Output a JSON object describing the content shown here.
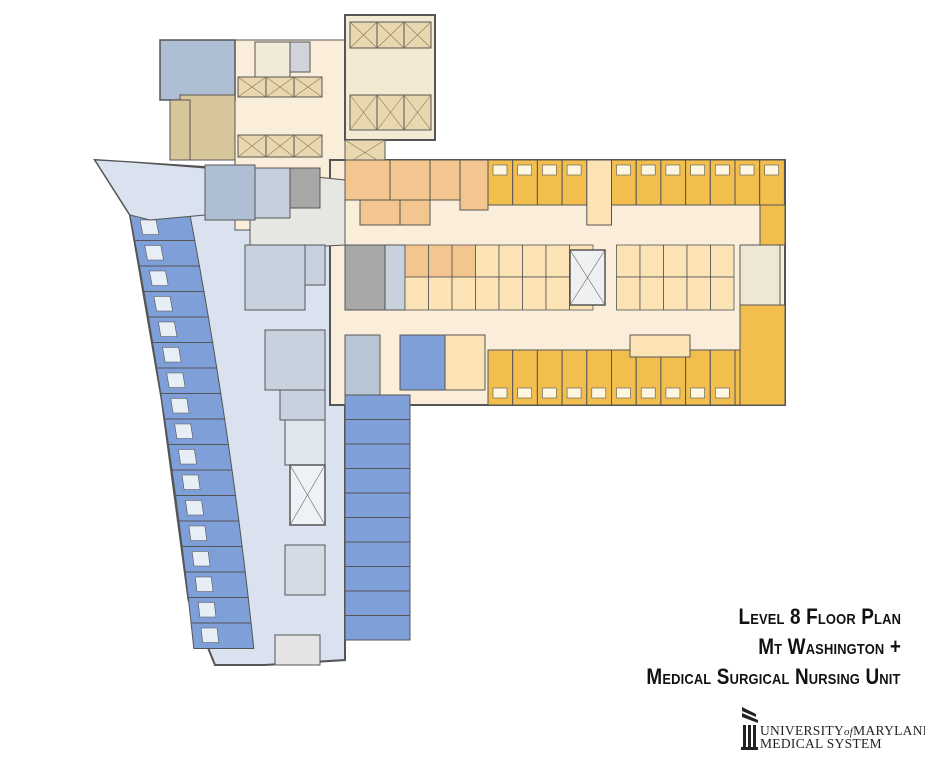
{
  "title": {
    "line1": "Level 8 Floor Plan",
    "line2": "Mt Washington +",
    "line3": "Medical Surgical Nursing Unit"
  },
  "logo": {
    "line1_a": "University",
    "line1_b": "of",
    "line1_c": "Maryland",
    "line2": "Medical System"
  },
  "colors": {
    "mt_washington_blue": "#7f9fd8",
    "mt_washington_support": "#aebfd3",
    "mt_washington_corridor": "#d9e2ee",
    "med_surg_gold": "#f2bf4e",
    "med_surg_orange": "#f4c68f",
    "med_surg_support": "#fbe3b6",
    "corridor_cream": "#faeedb",
    "core_tan": "#d8c69b",
    "core_gray": "#a8a8a8",
    "wall": "#555555"
  }
}
